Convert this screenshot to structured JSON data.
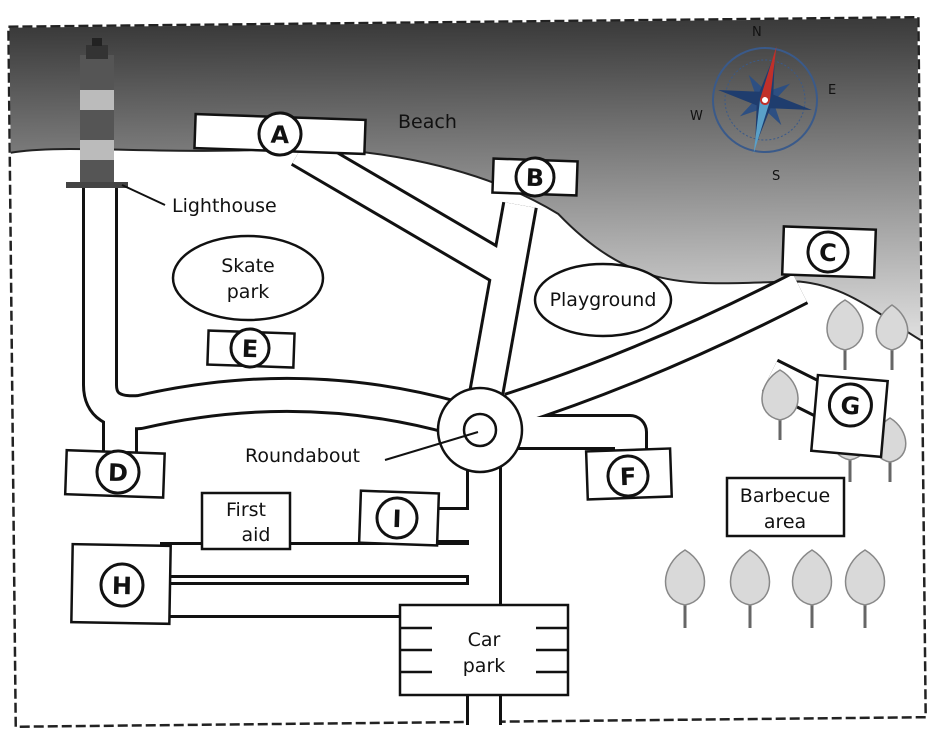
{
  "map": {
    "places": {
      "beach": "Beach",
      "lighthouse": "Lighthouse",
      "skate_park": [
        "Skate",
        "park"
      ],
      "playground": "Playground",
      "roundabout": "Roundabout",
      "first_aid": [
        "First",
        "aid"
      ],
      "barbecue": [
        "Barbecue",
        "area"
      ],
      "car_park": [
        "Car",
        "park"
      ]
    },
    "markers": [
      "A",
      "B",
      "C",
      "D",
      "E",
      "F",
      "G",
      "H",
      "I"
    ],
    "compass": {
      "n": "N",
      "e": "E",
      "s": "S",
      "w": "W"
    },
    "colors": {
      "sea_top": "#3a3a3a",
      "sea_bottom": "#d8d8d8",
      "ink": "#111111"
    }
  }
}
